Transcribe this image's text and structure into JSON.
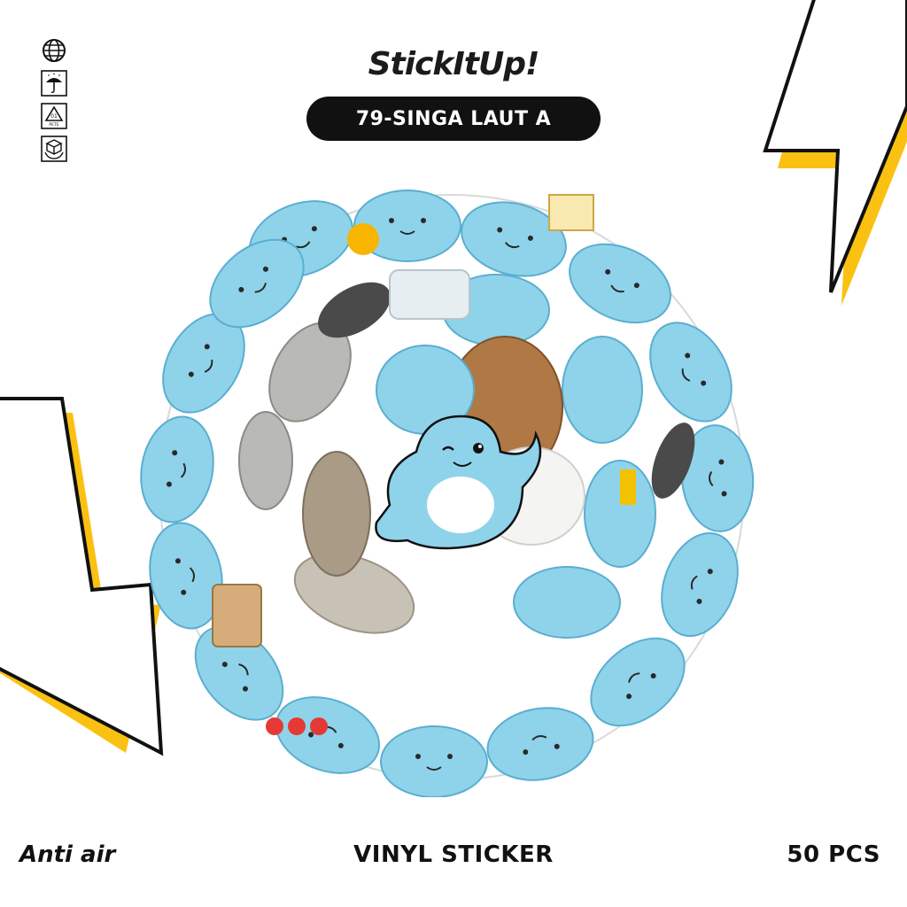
{
  "brand": {
    "name": "StickItUp!"
  },
  "label": {
    "text": "79-SINGA LAUT A"
  },
  "icons": [
    "globe-icon",
    "umbrella-icon",
    "recycle-pete-icon",
    "package-icon"
  ],
  "recycle_code": {
    "number": "01",
    "text": "PETE"
  },
  "footer": {
    "left": "Anti air",
    "center": "VINYL STICKER",
    "right": "50 PCS"
  },
  "colors": {
    "seal_blue": "#8fd3ea",
    "seal_blue_dark": "#5aaed0",
    "seal_grey": "#b9b9b5",
    "seal_dark": "#4a4a4a",
    "seal_brown": "#b07844",
    "seal_tan": "#a99b86",
    "bolt_yellow": "#fbc112",
    "ink": "#111111"
  }
}
